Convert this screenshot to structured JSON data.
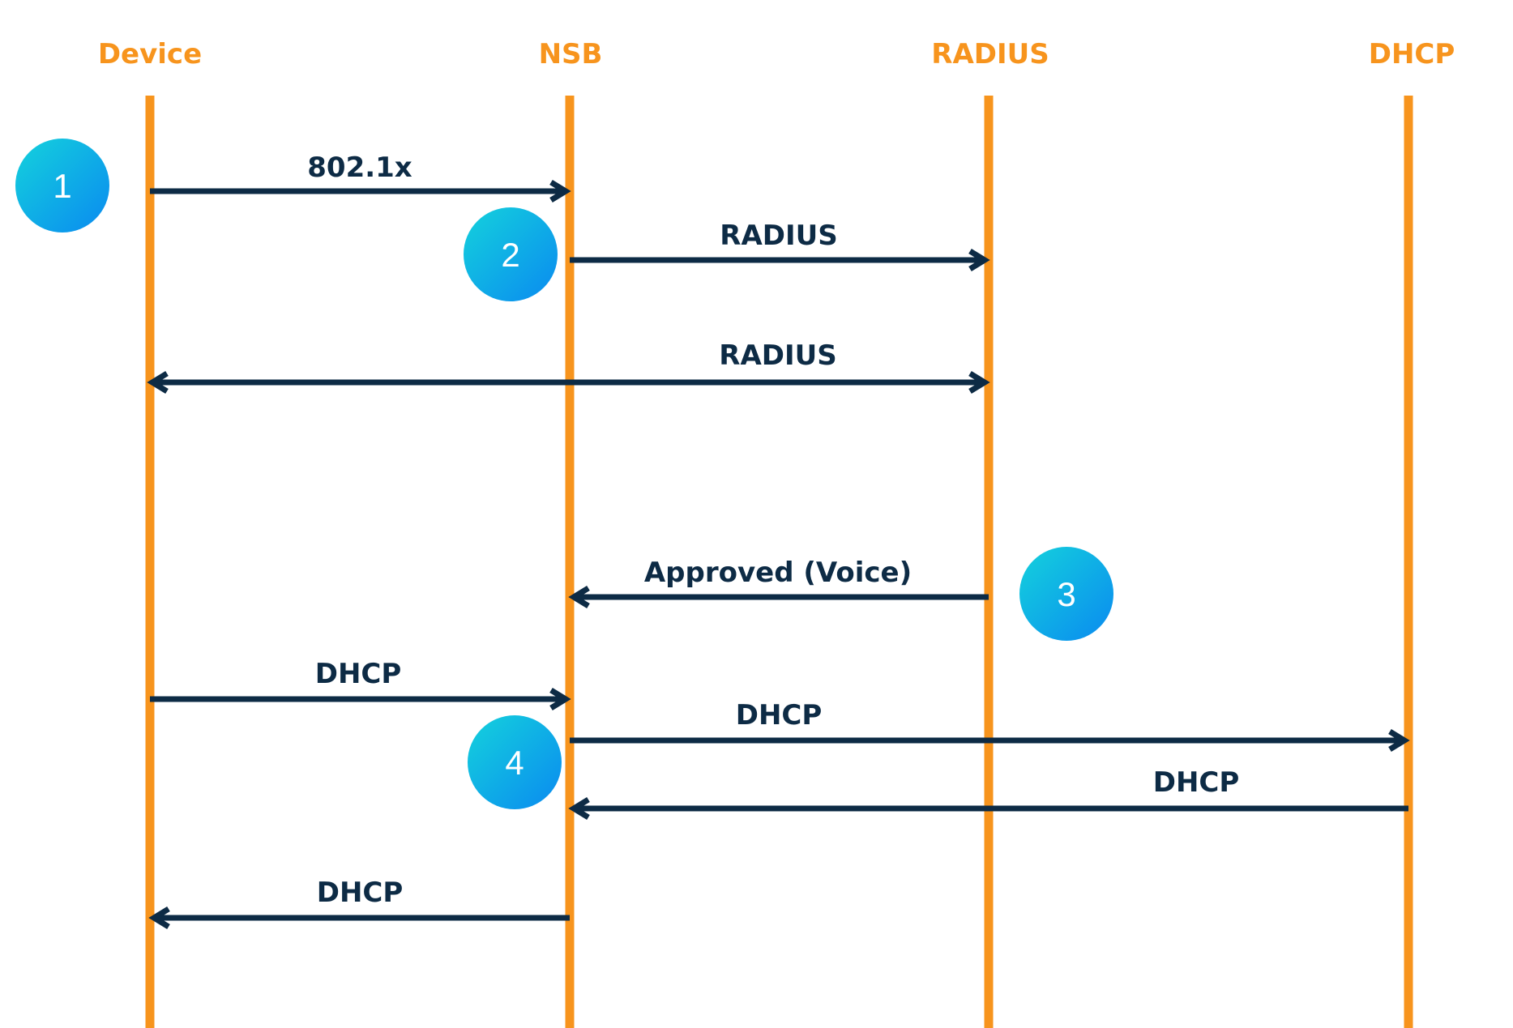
{
  "actors": [
    {
      "id": "device",
      "label": "Device"
    },
    {
      "id": "nsb",
      "label": "NSB"
    },
    {
      "id": "radius",
      "label": "RADIUS"
    },
    {
      "id": "dhcp",
      "label": "DHCP"
    }
  ],
  "messages": [
    {
      "label": "802.1x",
      "from": "device",
      "to": "nsb",
      "bidirectional": false
    },
    {
      "label": "RADIUS",
      "from": "nsb",
      "to": "radius",
      "bidirectional": false
    },
    {
      "label": "RADIUS",
      "from": "device",
      "to": "radius",
      "bidirectional": true
    },
    {
      "label": "Approved (Voice)",
      "from": "radius",
      "to": "nsb",
      "bidirectional": false
    },
    {
      "label": "DHCP",
      "from": "device",
      "to": "nsb",
      "bidirectional": false
    },
    {
      "label": "DHCP",
      "from": "nsb",
      "to": "dhcp",
      "bidirectional": false
    },
    {
      "label": "DHCP",
      "from": "dhcp",
      "to": "nsb",
      "bidirectional": false
    },
    {
      "label": "DHCP",
      "from": "nsb",
      "to": "device",
      "bidirectional": false
    }
  ],
  "steps": [
    {
      "number": "1"
    },
    {
      "number": "2"
    },
    {
      "number": "3"
    },
    {
      "number": "4"
    }
  ],
  "colors": {
    "lifeline": "#f7941d",
    "actor_label": "#f7941d",
    "arrow": "#0d2b45",
    "step_gradient_start": "#14d2dc",
    "step_gradient_end": "#0a8af0"
  }
}
